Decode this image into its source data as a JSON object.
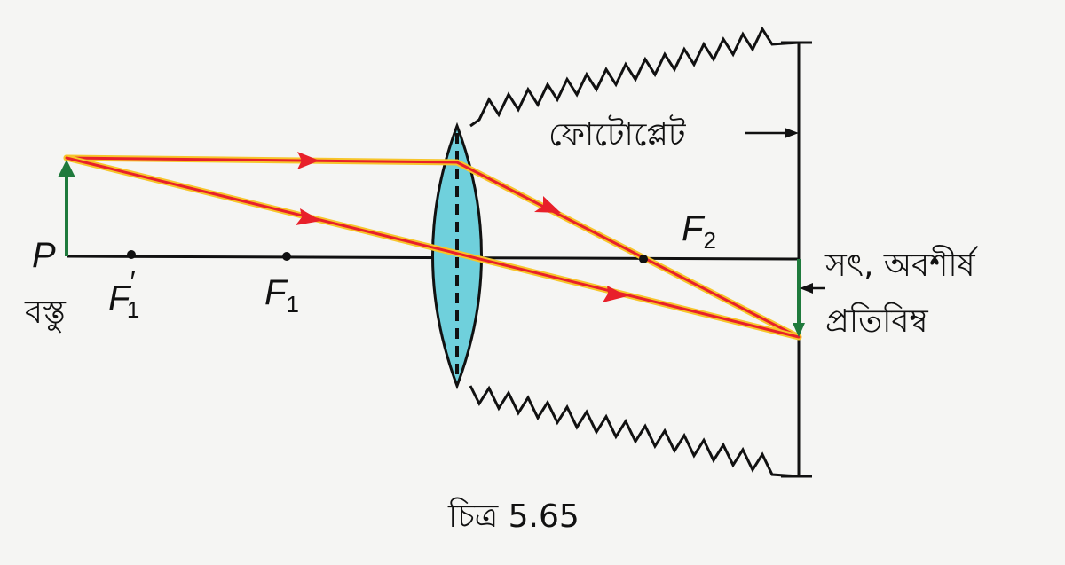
{
  "labels": {
    "point_p": "P",
    "object": "বস্তু",
    "f1_prime": "F",
    "f1_prime_sub": "1",
    "f1_prime_mark": "′",
    "f1": "F",
    "f1_sub": "1",
    "f2": "F",
    "f2_sub": "2",
    "photoplate": "ফোটোপ্লেট",
    "image_line1": "সৎ, অবশীর্ষ",
    "image_line2": "প্রতিবিম্ব",
    "caption": "চিত্র 5.65"
  },
  "colors": {
    "ray": "#e8202a",
    "ray_glow": "#f7c52a",
    "arrow_green": "#1f7a3c",
    "lens_fill": "#6fd0dc",
    "line": "#111111"
  }
}
